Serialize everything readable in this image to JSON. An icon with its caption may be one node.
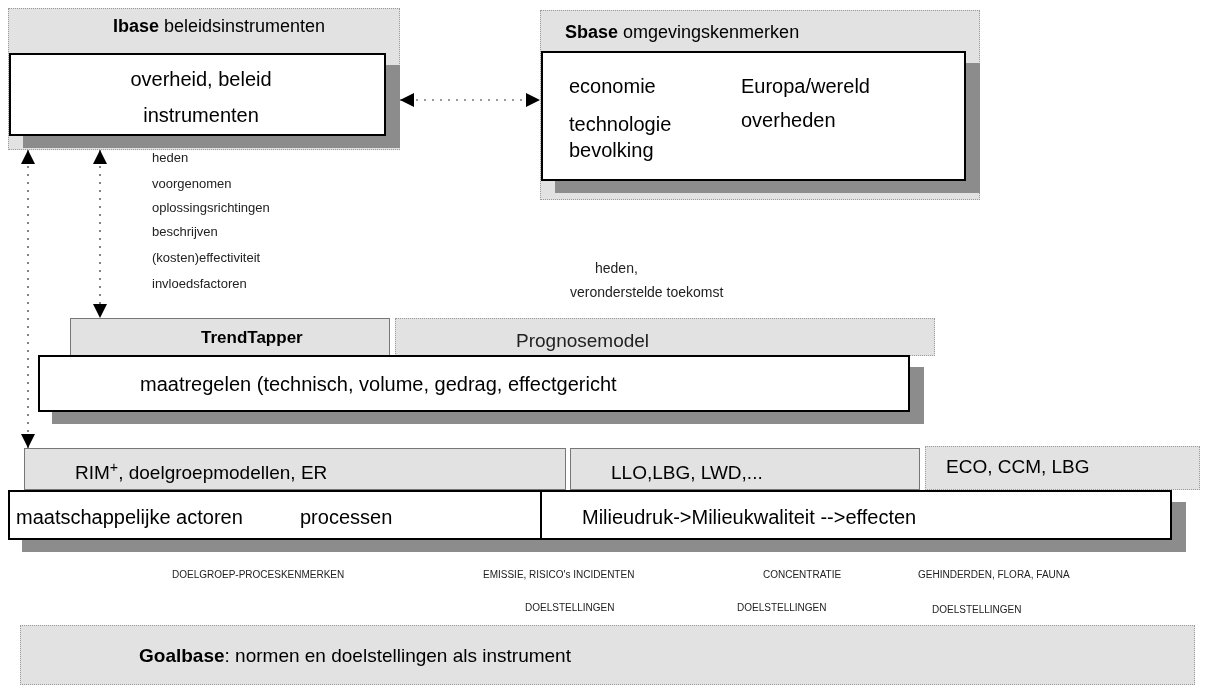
{
  "diagram": {
    "nodes": [
      {
        "text": [
          "**Ibase** beleidsinstrumenten",
          "overheid, beleid instrumenten"
        ]
      },
      {
        "text": [
          "**Sbase** omgevingskenmerken",
          "economie",
          "technologie",
          "bevolking",
          "Europa/wereld",
          "overheden"
        ]
      },
      {
        "text": [
          "TrendTapper"
        ]
      },
      {
        "text": [
          "Prognosemodel"
        ]
      },
      {
        "text": [
          "maatregelen (technisch, volume, gedrag, effectgericht"
        ]
      },
      {
        "text": [
          "RIM$^{+}$, doelgroepmodellen, ER"
        ]
      },
      {
        "text": [
          "LLO,LBG, LWD,..."
        ]
      },
      {
        "text": [
          "ECO, CCM, LBG"
        ]
      },
      {
        "text": [
          "maatschappelijke actoren",
          "processen"
        ]
      },
      {
        "text": [
          "Milieudruk->Milieukwaliteit  -->effecten"
        ]
      },
      {
        "text": [
          "**Goalbase**: normen en doelstellingen als instrument"
        ]
      }
    ],
    "edges": [
      {
        "from": 0,
        "to": 1,
        "arrow": "both",
        "style": "dashed"
      },
      {
        "from": 0,
        "to": 2,
        "arrow": "both",
        "style": "dashed"
      },
      {
        "from": 0,
        "to": 5,
        "arrow": "both",
        "style": "dashed"
      }
    ],
    "labels": [
      "heden",
      "voorgenomen",
      "oplossingsrichtingen",
      "beschrijven",
      "(kosten)effectiviteit",
      "invloedsfactoren",
      "heden,",
      "veronderstelde toekomst",
      "DOELGROEP-PROCESKENMERKEN",
      "EMISSIE, RISICO's INCIDENTEN",
      "CONCENTRATIE",
      "GEHINDERDEN, FLORA, FAUNA",
      "DOELSTELLINGEN",
      "DOELSTELLINGEN",
      "DOELSTELLINGEN"
    ]
  }
}
